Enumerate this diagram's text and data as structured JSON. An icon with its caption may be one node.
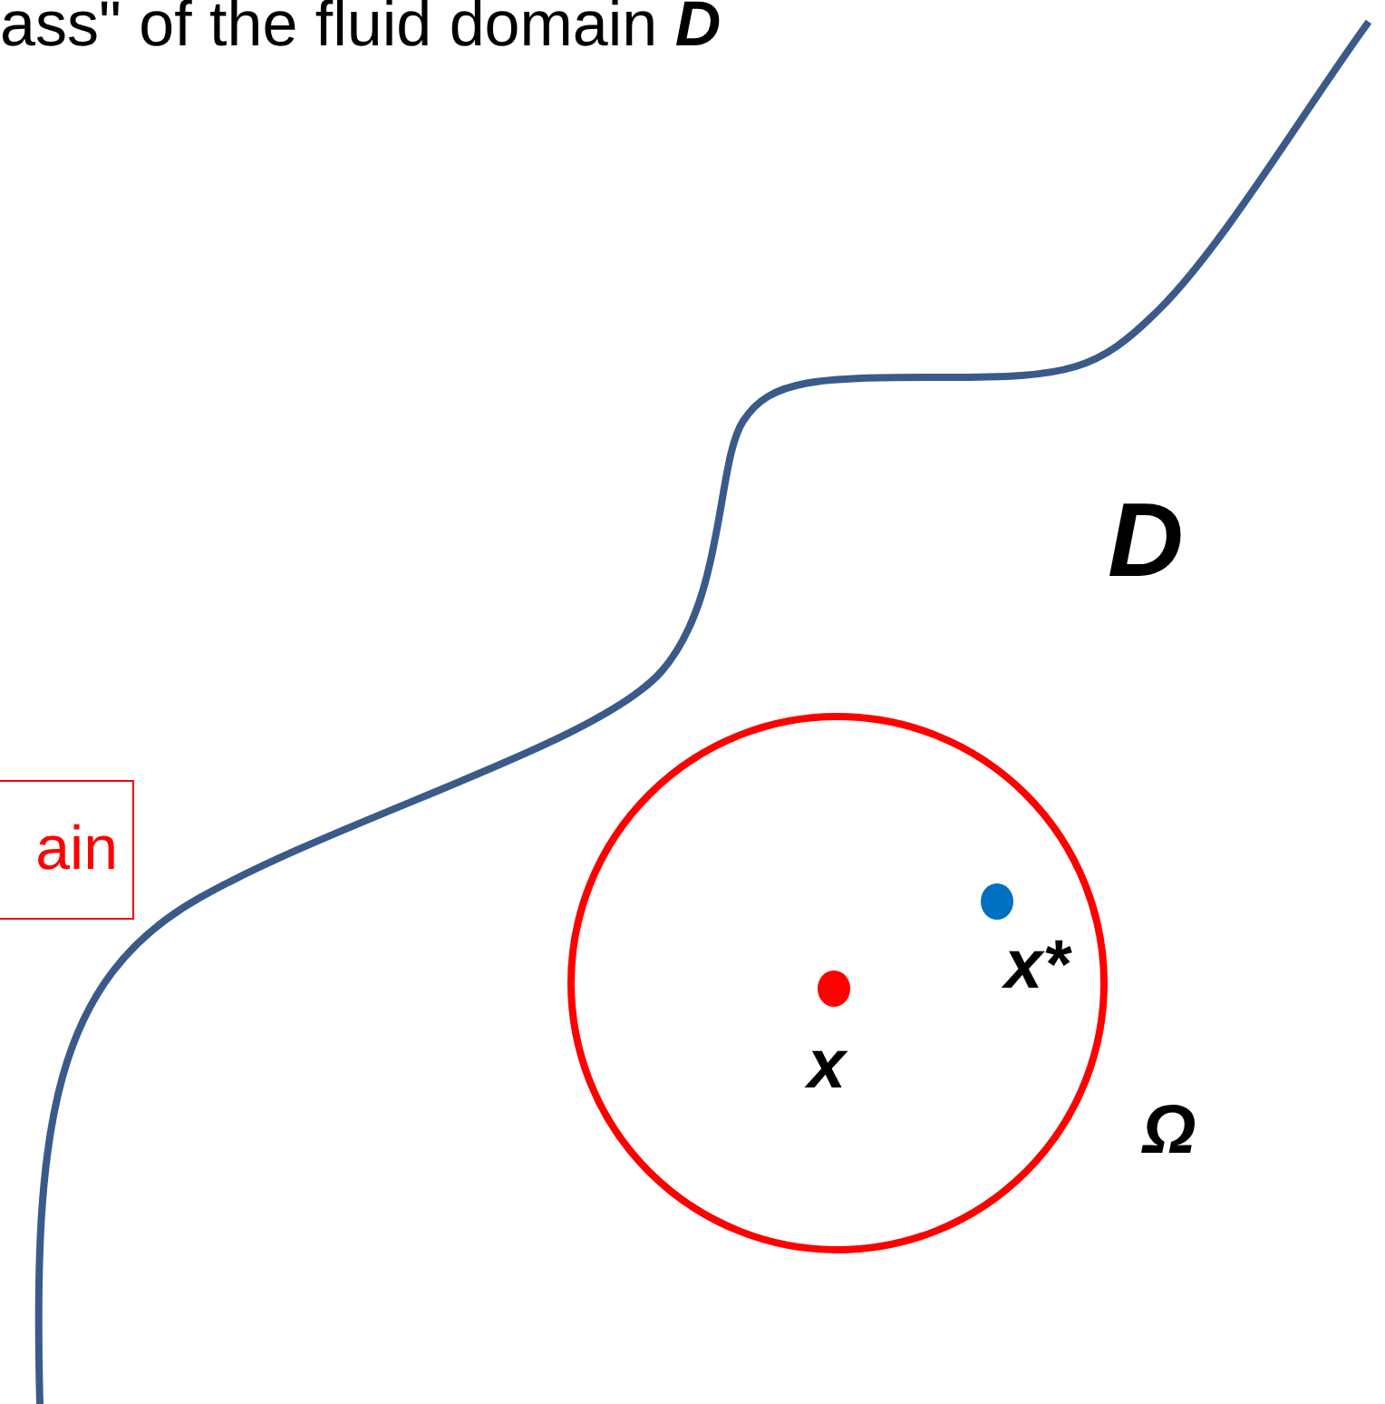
{
  "diagram": {
    "title": "ass\"  of the fluid domain **D**",
    "nodes": [
      {
        "text": [
          "ain"
        ]
      }
    ],
    "edges": [],
    "labels": [
      "D",
      "x*",
      "x",
      "Ω"
    ]
  }
}
